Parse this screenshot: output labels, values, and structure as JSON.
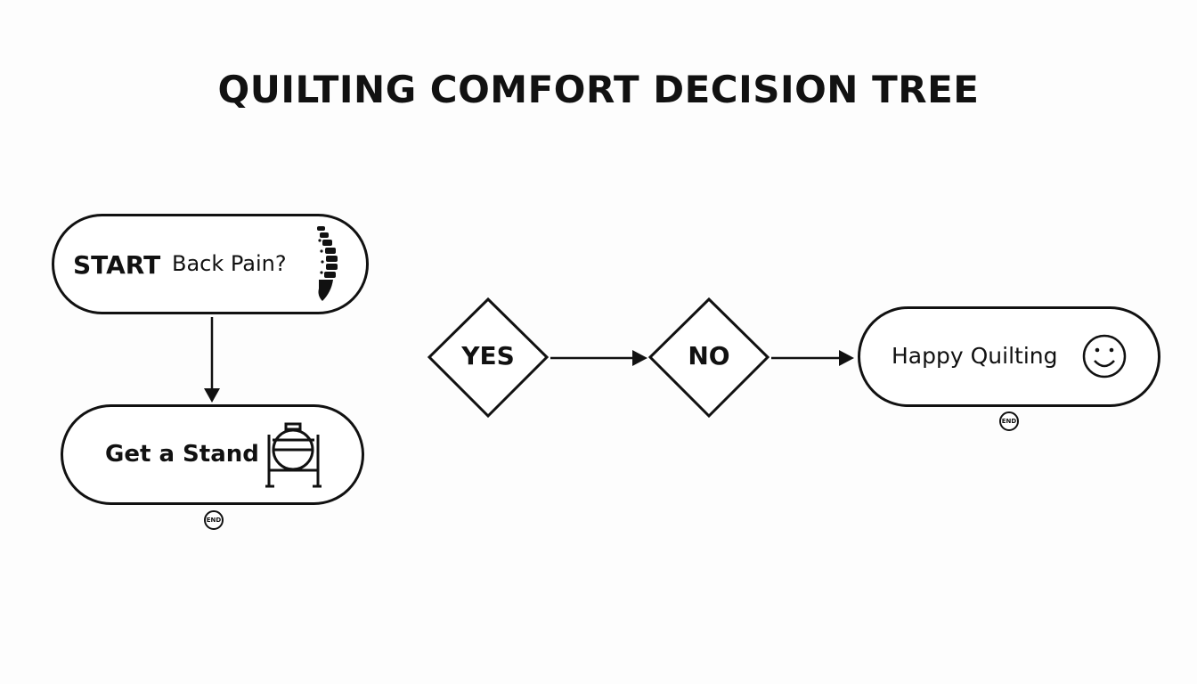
{
  "diagram": {
    "title": "QUILTING COMFORT DECISION TREE",
    "nodes": {
      "start": {
        "label": "START",
        "question": "Back Pain?",
        "icon": "spine-icon"
      },
      "yes": {
        "label": "YES"
      },
      "no": {
        "label": "NO"
      },
      "stand": {
        "label": "Get a Stand",
        "icon": "quilting-stand-icon",
        "end_marker": "END"
      },
      "happy": {
        "label": "Happy Quilting",
        "icon": "smiley-icon",
        "end_marker": "END"
      }
    },
    "edges": [
      {
        "from": "start",
        "to": "stand"
      },
      {
        "from": "yes",
        "to": "no"
      },
      {
        "from": "no",
        "to": "happy"
      }
    ],
    "colors": {
      "stroke": "#111111",
      "background": "#fdfdfd"
    }
  }
}
